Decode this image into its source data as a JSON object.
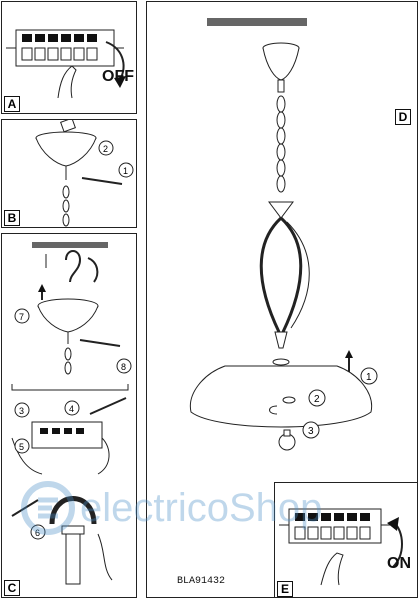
{
  "panels": {
    "a": {
      "letter": "A",
      "switch_label": "OFF"
    },
    "b": {
      "letter": "B",
      "steps": [
        "1",
        "2"
      ]
    },
    "c": {
      "letter": "C",
      "steps": [
        "3",
        "4",
        "5",
        "6",
        "7",
        "8"
      ]
    },
    "d": {
      "letter": "D",
      "steps": [
        "1",
        "2",
        "3"
      ]
    },
    "e": {
      "letter": "E",
      "switch_label": "ON"
    }
  },
  "model_code": "BLA91432",
  "watermark": "electricoShop"
}
